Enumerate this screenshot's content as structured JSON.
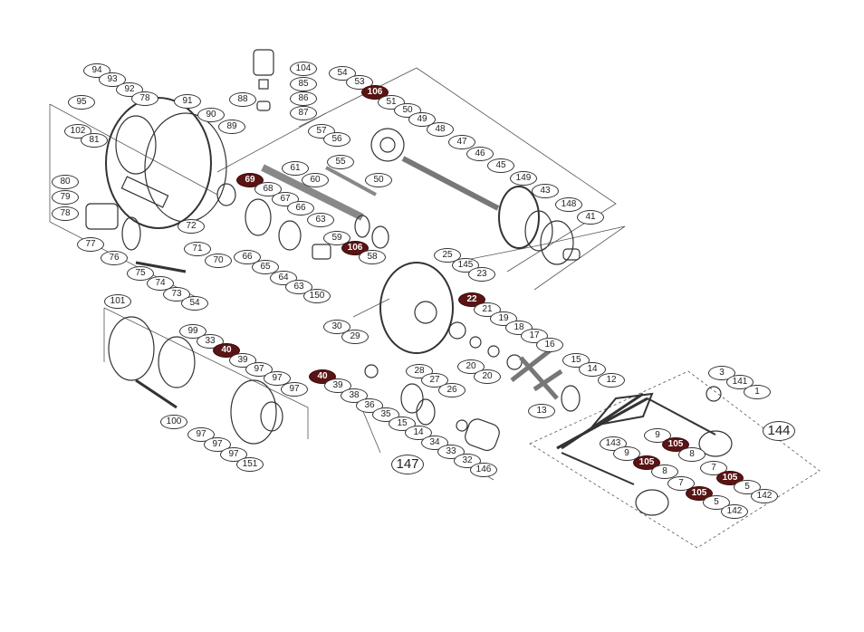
{
  "diagram": {
    "part_labels": [
      {
        "id": "94",
        "style": "plain"
      },
      {
        "id": "93",
        "style": "plain"
      },
      {
        "id": "92",
        "style": "plain"
      },
      {
        "id": "78",
        "style": "plain"
      },
      {
        "id": "95",
        "style": "plain"
      },
      {
        "id": "91",
        "style": "plain"
      },
      {
        "id": "102",
        "style": "plain"
      },
      {
        "id": "81",
        "style": "plain"
      },
      {
        "id": "80",
        "style": "plain"
      },
      {
        "id": "79",
        "style": "plain"
      },
      {
        "id": "78",
        "style": "plain"
      },
      {
        "id": "77",
        "style": "plain"
      },
      {
        "id": "76",
        "style": "plain"
      },
      {
        "id": "75",
        "style": "plain"
      },
      {
        "id": "74",
        "style": "plain"
      },
      {
        "id": "73",
        "style": "plain"
      },
      {
        "id": "54",
        "style": "plain"
      },
      {
        "id": "72",
        "style": "plain"
      },
      {
        "id": "71",
        "style": "plain"
      },
      {
        "id": "70",
        "style": "plain"
      },
      {
        "id": "90",
        "style": "plain"
      },
      {
        "id": "89",
        "style": "plain"
      },
      {
        "id": "88",
        "style": "plain"
      },
      {
        "id": "104",
        "style": "plain"
      },
      {
        "id": "85",
        "style": "plain"
      },
      {
        "id": "86",
        "style": "plain"
      },
      {
        "id": "87",
        "style": "plain"
      },
      {
        "id": "54",
        "style": "plain"
      },
      {
        "id": "53",
        "style": "plain"
      },
      {
        "id": "106",
        "style": "highlight"
      },
      {
        "id": "51",
        "style": "plain"
      },
      {
        "id": "50",
        "style": "plain"
      },
      {
        "id": "49",
        "style": "plain"
      },
      {
        "id": "48",
        "style": "plain"
      },
      {
        "id": "47",
        "style": "plain"
      },
      {
        "id": "46",
        "style": "plain"
      },
      {
        "id": "45",
        "style": "plain"
      },
      {
        "id": "149",
        "style": "plain"
      },
      {
        "id": "43",
        "style": "plain"
      },
      {
        "id": "148",
        "style": "plain"
      },
      {
        "id": "41",
        "style": "plain"
      },
      {
        "id": "57",
        "style": "plain"
      },
      {
        "id": "56",
        "style": "plain"
      },
      {
        "id": "55",
        "style": "plain"
      },
      {
        "id": "50",
        "style": "plain"
      },
      {
        "id": "61",
        "style": "plain"
      },
      {
        "id": "60",
        "style": "plain"
      },
      {
        "id": "69",
        "style": "highlight"
      },
      {
        "id": "68",
        "style": "plain"
      },
      {
        "id": "67",
        "style": "plain"
      },
      {
        "id": "66",
        "style": "plain"
      },
      {
        "id": "63",
        "style": "plain"
      },
      {
        "id": "66",
        "style": "plain"
      },
      {
        "id": "65",
        "style": "plain"
      },
      {
        "id": "64",
        "style": "plain"
      },
      {
        "id": "63",
        "style": "plain"
      },
      {
        "id": "150",
        "style": "plain"
      },
      {
        "id": "59",
        "style": "plain"
      },
      {
        "id": "106",
        "style": "highlight"
      },
      {
        "id": "58",
        "style": "plain"
      },
      {
        "id": "25",
        "style": "plain"
      },
      {
        "id": "145",
        "style": "plain"
      },
      {
        "id": "23",
        "style": "plain"
      },
      {
        "id": "22",
        "style": "highlight"
      },
      {
        "id": "21",
        "style": "plain"
      },
      {
        "id": "19",
        "style": "plain"
      },
      {
        "id": "18",
        "style": "plain"
      },
      {
        "id": "17",
        "style": "plain"
      },
      {
        "id": "16",
        "style": "plain"
      },
      {
        "id": "15",
        "style": "plain"
      },
      {
        "id": "14",
        "style": "plain"
      },
      {
        "id": "12",
        "style": "plain"
      },
      {
        "id": "13",
        "style": "plain"
      },
      {
        "id": "30",
        "style": "plain"
      },
      {
        "id": "29",
        "style": "plain"
      },
      {
        "id": "28",
        "style": "plain"
      },
      {
        "id": "20",
        "style": "plain"
      },
      {
        "id": "27",
        "style": "plain"
      },
      {
        "id": "20",
        "style": "plain"
      },
      {
        "id": "26",
        "style": "plain"
      },
      {
        "id": "40",
        "style": "highlight"
      },
      {
        "id": "39",
        "style": "plain"
      },
      {
        "id": "38",
        "style": "plain"
      },
      {
        "id": "36",
        "style": "plain"
      },
      {
        "id": "35",
        "style": "plain"
      },
      {
        "id": "15",
        "style": "plain"
      },
      {
        "id": "14",
        "style": "plain"
      },
      {
        "id": "34",
        "style": "plain"
      },
      {
        "id": "33",
        "style": "plain"
      },
      {
        "id": "32",
        "style": "plain"
      },
      {
        "id": "146",
        "style": "plain"
      },
      {
        "id": "147",
        "style": "assembly"
      },
      {
        "id": "101",
        "style": "plain"
      },
      {
        "id": "99",
        "style": "plain"
      },
      {
        "id": "33",
        "style": "plain"
      },
      {
        "id": "40",
        "style": "highlight"
      },
      {
        "id": "39",
        "style": "plain"
      },
      {
        "id": "97",
        "style": "plain"
      },
      {
        "id": "97",
        "style": "plain"
      },
      {
        "id": "97",
        "style": "plain"
      },
      {
        "id": "97",
        "style": "plain"
      },
      {
        "id": "97",
        "style": "plain"
      },
      {
        "id": "97",
        "style": "plain"
      },
      {
        "id": "151",
        "style": "plain"
      },
      {
        "id": "100",
        "style": "plain"
      },
      {
        "id": "3",
        "style": "plain"
      },
      {
        "id": "141",
        "style": "plain"
      },
      {
        "id": "1",
        "style": "plain"
      },
      {
        "id": "144",
        "style": "assembly"
      },
      {
        "id": "9",
        "style": "plain"
      },
      {
        "id": "105",
        "style": "highlight"
      },
      {
        "id": "8",
        "style": "plain"
      },
      {
        "id": "7",
        "style": "plain"
      },
      {
        "id": "105",
        "style": "highlight"
      },
      {
        "id": "5",
        "style": "plain"
      },
      {
        "id": "142",
        "style": "plain"
      },
      {
        "id": "143",
        "style": "plain"
      },
      {
        "id": "9",
        "style": "plain"
      },
      {
        "id": "105",
        "style": "highlight"
      },
      {
        "id": "8",
        "style": "plain"
      },
      {
        "id": "7",
        "style": "plain"
      },
      {
        "id": "105",
        "style": "highlight"
      },
      {
        "id": "5",
        "style": "plain"
      },
      {
        "id": "142",
        "style": "plain"
      }
    ],
    "colors": {
      "highlight": "#5a1414",
      "line": "#333333"
    }
  }
}
